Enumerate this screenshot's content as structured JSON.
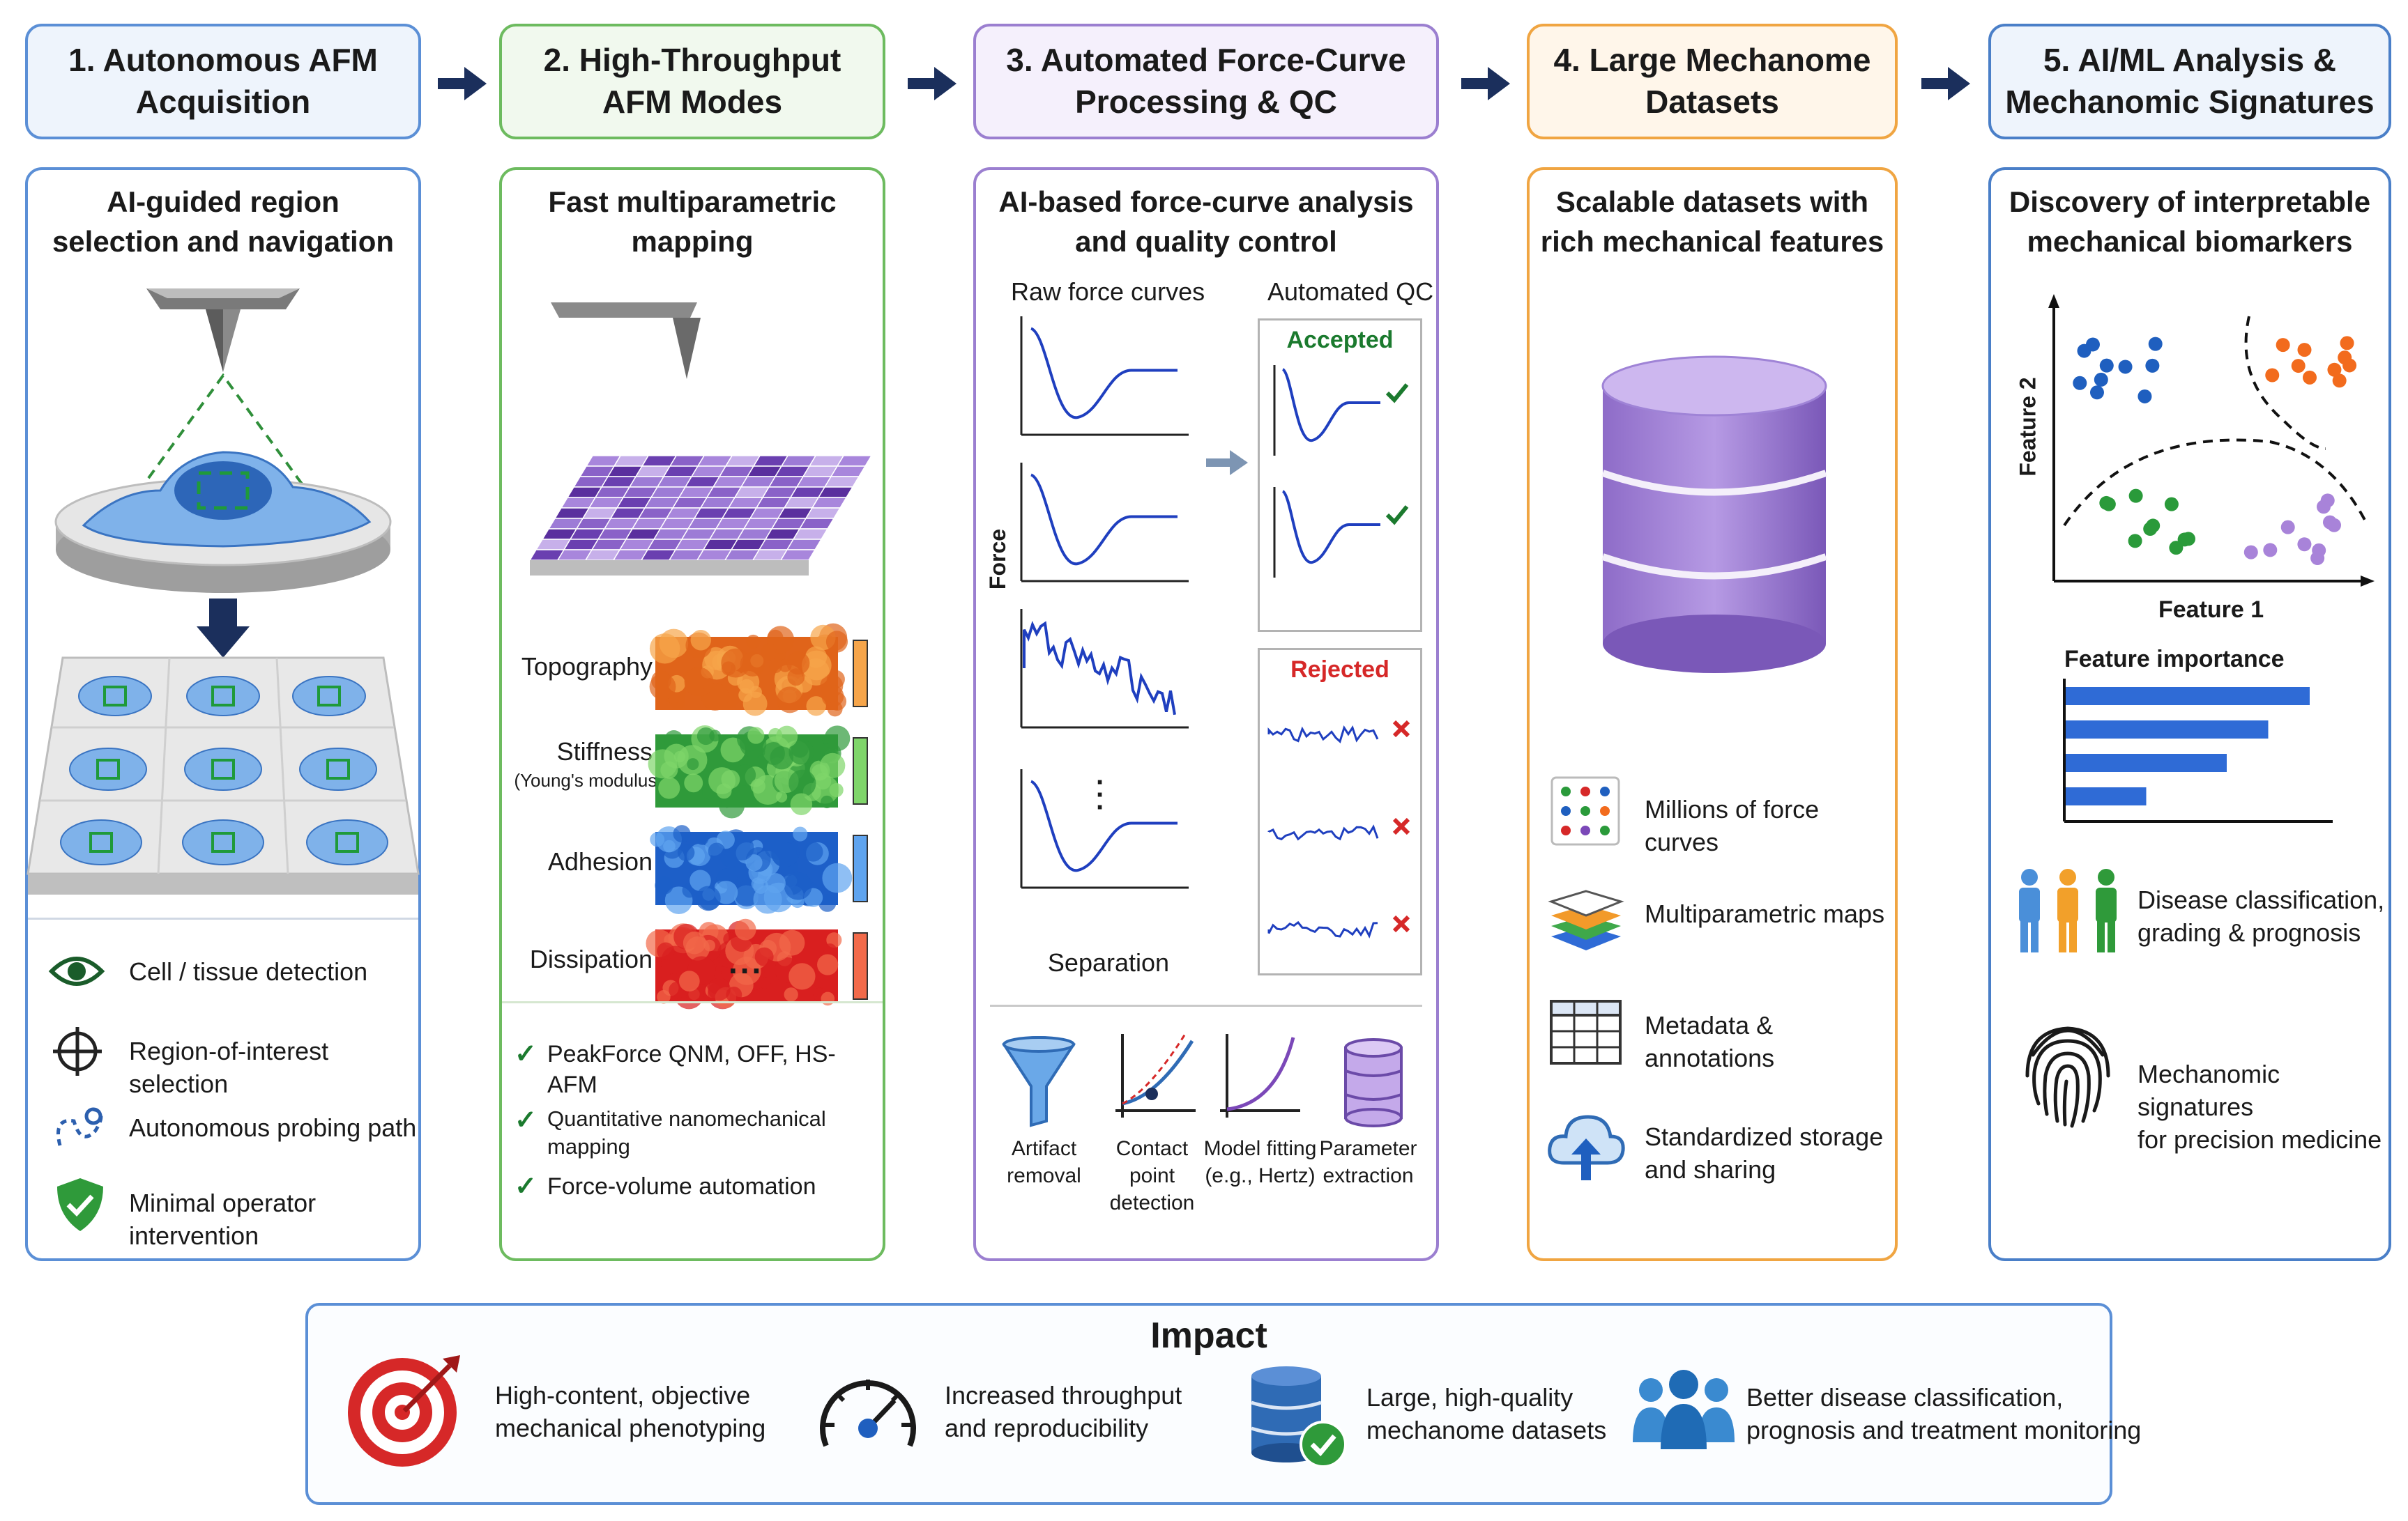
{
  "steps": [
    {
      "title": "1. Autonomous AFM\nAcquisition",
      "color": "#5b8fd6",
      "bg": "#eef4fc"
    },
    {
      "title": "2. High-Throughput\nAFM Modes",
      "color": "#6dbb5f",
      "bg": "#f1f9ee"
    },
    {
      "title": "3. Automated Force-Curve\nProcessing & QC",
      "color": "#9b7fd0",
      "bg": "#f5f0fc"
    },
    {
      "title": "4. Large Mechanome\nDatasets",
      "color": "#f0a542",
      "bg": "#fff6ea"
    },
    {
      "title": "5. AI/ML Analysis &\nMechanomic Signatures",
      "color": "#4a7fc8",
      "bg": "#eef4fc"
    }
  ],
  "panel1": {
    "title": "AI-guided region\nselection and navigation",
    "items": [
      "Cell / tissue detection",
      "Region-of-interest selection",
      "Autonomous probing path",
      "Minimal operator intervention"
    ],
    "icons": [
      "eye-icon",
      "crosshair-icon",
      "dashed-path-icon",
      "shield-check-icon"
    ]
  },
  "panel2": {
    "title": "Fast multiparametric\nmapping",
    "maps": [
      {
        "label": "Topography",
        "sub": "",
        "c1": "#e0641a",
        "c2": "#f6a54a"
      },
      {
        "label": "Stiffness",
        "sub": "(Young's modulus)",
        "c1": "#2f9a3a",
        "c2": "#7fd56a"
      },
      {
        "label": "Adhesion",
        "sub": "",
        "c1": "#1d5fc8",
        "c2": "#5fa4ef"
      },
      {
        "label": "Dissipation",
        "sub": "",
        "c1": "#d91f1f",
        "c2": "#f26a4a"
      }
    ],
    "ellipsis": "...",
    "checks": [
      "PeakForce QNM, OFF, HS-AFM",
      "Quantitative nanomechanical mapping",
      "Force-volume automation"
    ]
  },
  "panel3": {
    "title": "AI-based force-curve analysis\nand quality control",
    "raw_label": "Raw force curves",
    "qc_label": "Automated QC",
    "accepted": "Accepted",
    "rejected": "Rejected",
    "xlabel": "Separation",
    "ylabel": "Force",
    "steps": [
      "Artifact\nremoval",
      "Contact point\ndetection",
      "Model fitting\n(e.g., Hertz)",
      "Parameter\nextraction"
    ]
  },
  "panel4": {
    "title": "Scalable datasets with\nrich mechanical features",
    "items": [
      "Millions of force curves",
      "Multiparametric maps",
      "Metadata & annotations",
      "Standardized storage\nand sharing"
    ],
    "icons": [
      "dot-grid-icon",
      "layers-icon",
      "table-icon",
      "cloud-upload-icon"
    ]
  },
  "panel5": {
    "title": "Discovery of interpretable\nmechanical biomarkers",
    "xlabel": "Feature 1",
    "ylabel": "Feature 2",
    "fi_title": "Feature importance",
    "fi_values": [
      1.0,
      0.83,
      0.66,
      0.33
    ],
    "items": [
      "Disease classification,\ngrading & prognosis",
      "Mechanomic signatures\nfor precision medicine"
    ],
    "cluster_colors": [
      "#1f5fbf",
      "#f26b1d",
      "#2a9a3a",
      "#a883d9"
    ]
  },
  "impact": {
    "title": "Impact",
    "items": [
      {
        "text": "High-content, objective\nmechanical phenotyping",
        "icon": "target-icon"
      },
      {
        "text": "Increased throughput\nand reproducibility",
        "icon": "gauge-icon"
      },
      {
        "text": "Large, high-quality\nmechanome datasets",
        "icon": "database-check-icon"
      },
      {
        "text": "Better disease classification,\nprognosis and treatment monitoring",
        "icon": "people-icon"
      }
    ]
  }
}
